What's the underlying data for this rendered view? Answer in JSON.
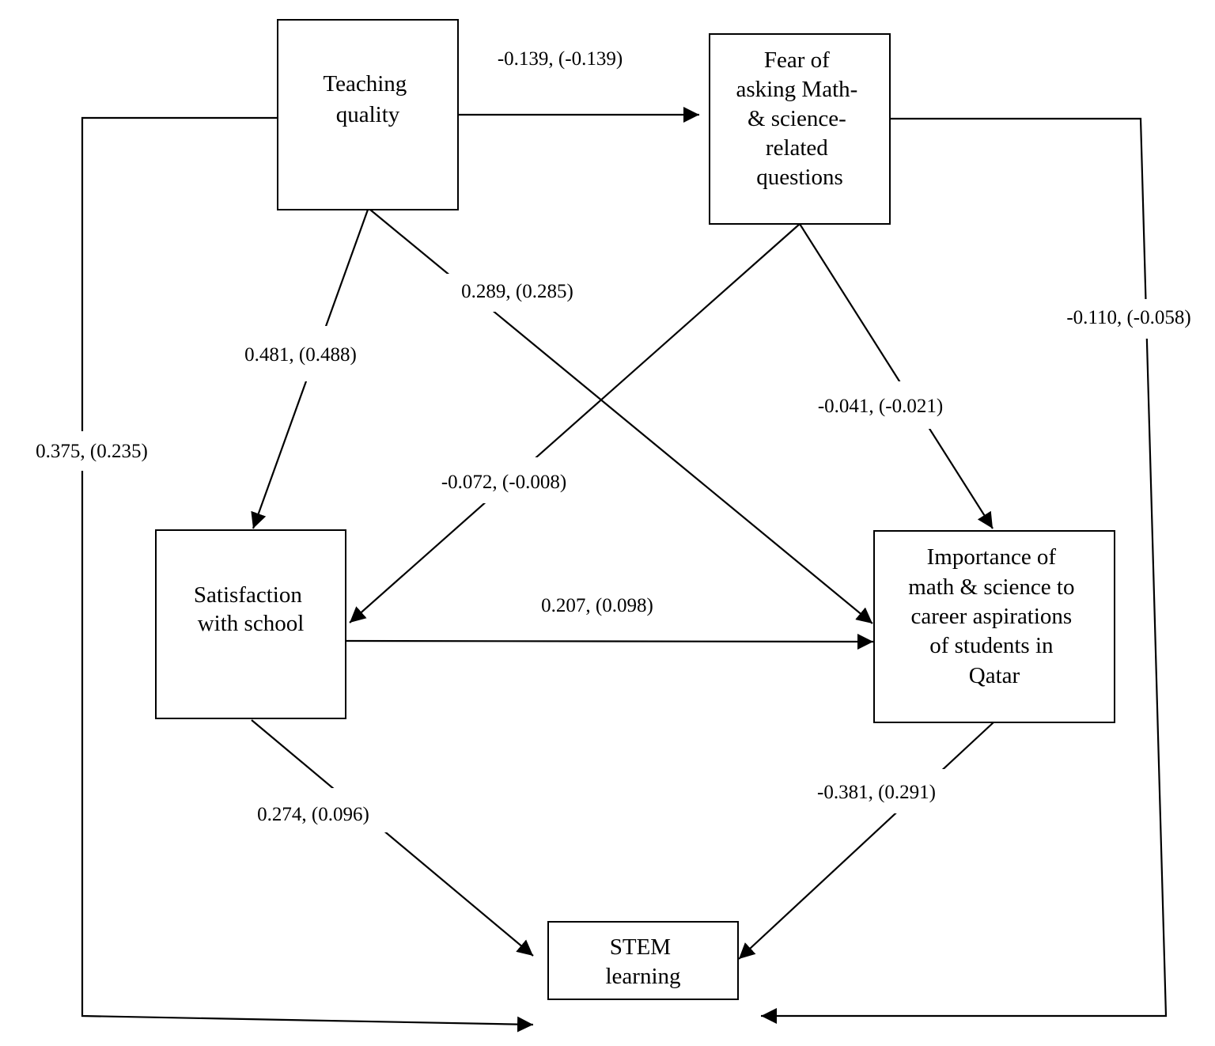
{
  "nodes": {
    "teaching": {
      "lines": [
        "Teaching",
        "quality"
      ]
    },
    "fear": {
      "lines": [
        "Fear of",
        "asking Math-",
        "& science-",
        "related",
        "questions"
      ]
    },
    "satisfaction": {
      "lines": [
        "Satisfaction",
        "with school"
      ]
    },
    "importance": {
      "lines": [
        "Importance of",
        "math & science to",
        "career aspirations",
        "of students in",
        "Qatar"
      ]
    },
    "stem": {
      "lines": [
        "STEM",
        "learning"
      ]
    }
  },
  "edges": {
    "teaching_fear": "-0.139, (-0.139)",
    "teaching_importance": "0.289, (0.285)",
    "teaching_satisfaction": "0.481, (0.488)",
    "teaching_stem": "0.375, (0.235)",
    "fear_satisfaction": "-0.072, (-0.008)",
    "fear_importance": "-0.041, (-0.021)",
    "fear_stem": "-0.110, (-0.058)",
    "satisfaction_importance": "0.207, (0.098)",
    "satisfaction_stem": "0.274, (0.096)",
    "importance_stem": "-0.381, (0.291)"
  }
}
